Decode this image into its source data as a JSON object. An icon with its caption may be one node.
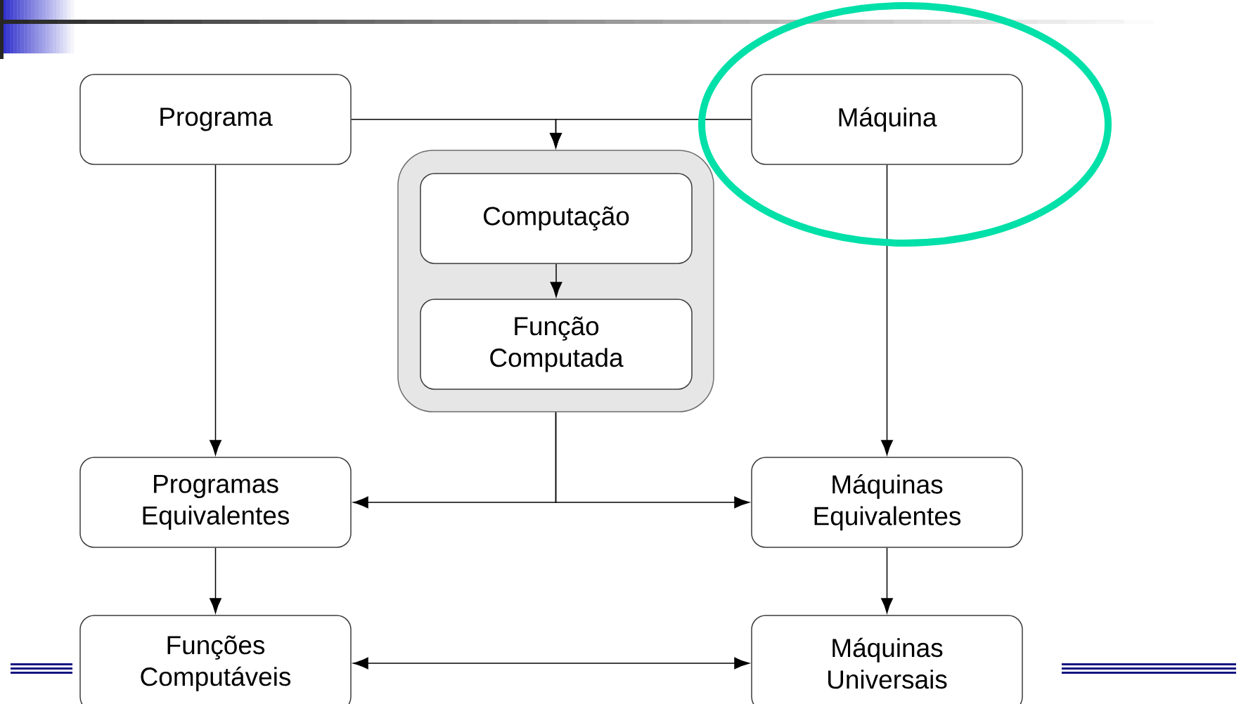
{
  "diagram": {
    "nodes": [
      {
        "text": [
          "Programa"
        ]
      },
      {
        "text": [
          "Máquina"
        ]
      },
      {
        "text": [],
        "shape": "box"
      },
      {
        "text": [
          "Computação"
        ],
        "in": 2
      },
      {
        "text": [
          "Função Computada"
        ],
        "in": 2
      },
      {
        "text": [
          "Programas Equivalentes"
        ]
      },
      {
        "text": [
          "Máquinas Equivalentes"
        ]
      },
      {
        "text": [
          "Funções Computáveis"
        ]
      },
      {
        "text": [
          "Máquinas Universais"
        ]
      }
    ],
    "edges": [
      {
        "from": 0,
        "to": 2,
        "arrow": "to"
      },
      {
        "from": 1,
        "to": 2,
        "arrow": "to"
      },
      {
        "from": 3,
        "to": 4,
        "arrow": "to"
      },
      {
        "from": 0,
        "to": 5,
        "arrow": "to"
      },
      {
        "from": 1,
        "to": 6,
        "arrow": "to"
      },
      {
        "from": 2,
        "to": 5,
        "arrow": "to"
      },
      {
        "from": 2,
        "to": 6,
        "arrow": "to"
      },
      {
        "from": 5,
        "to": 7,
        "arrow": "to"
      },
      {
        "from": 6,
        "to": 8,
        "arrow": "to"
      },
      {
        "from": 7,
        "to": 8,
        "arrow": "both"
      }
    ]
  }
}
